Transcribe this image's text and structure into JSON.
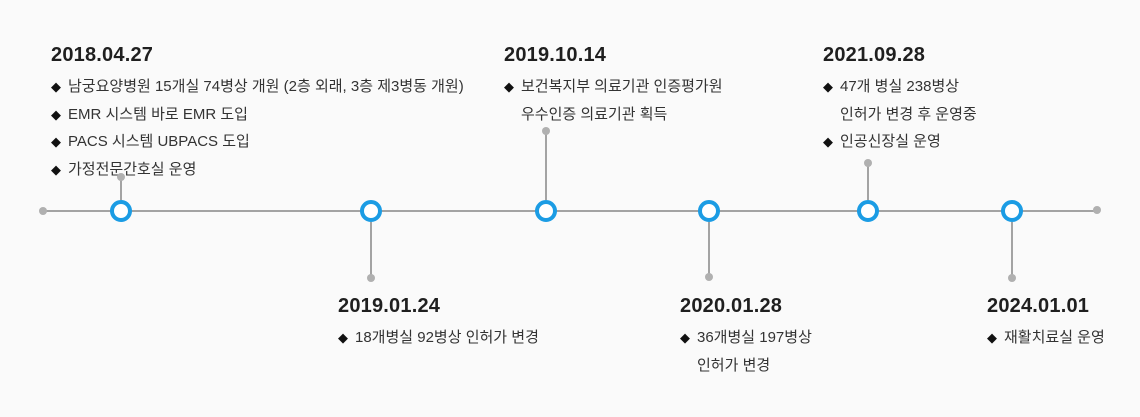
{
  "colors": {
    "accent": "#1b9ce4",
    "axis": "#a3a3a3",
    "connector_dot": "#b0b0b0",
    "date_text": "#1f1f1f",
    "item_text": "#333333",
    "background": "#fafafa"
  },
  "timeline": {
    "bullet_icon": "◆",
    "events": [
      {
        "date": "2018.04.27",
        "side": "top",
        "items": [
          {
            "lines": [
              "남궁요양병원 15개실 74병상 개원 (2층 외래, 3층 제3병동 개원)"
            ]
          },
          {
            "lines": [
              "EMR 시스템 바로 EMR 도입"
            ]
          },
          {
            "lines": [
              "PACS 시스템 UBPACS 도입"
            ]
          },
          {
            "lines": [
              "가정전문간호실 운영"
            ]
          }
        ]
      },
      {
        "date": "2019.01.24",
        "side": "bottom",
        "items": [
          {
            "lines": [
              "18개병실 92병상 인허가 변경"
            ]
          }
        ]
      },
      {
        "date": "2019.10.14",
        "side": "top",
        "items": [
          {
            "lines": [
              "보건복지부 의료기관 인증평가원",
              "우수인증 의료기관 획득"
            ]
          }
        ]
      },
      {
        "date": "2020.01.28",
        "side": "bottom",
        "items": [
          {
            "lines": [
              "36개병실 197병상",
              "인허가 변경"
            ]
          }
        ]
      },
      {
        "date": "2021.09.28",
        "side": "top",
        "items": [
          {
            "lines": [
              "47개 병실 238병상",
              "인허가 변경 후 운영중"
            ]
          },
          {
            "lines": [
              "인공신장실 운영"
            ]
          }
        ]
      },
      {
        "date": "2024.01.01",
        "side": "bottom",
        "items": [
          {
            "lines": [
              "재활치료실 운영"
            ]
          }
        ]
      }
    ]
  }
}
